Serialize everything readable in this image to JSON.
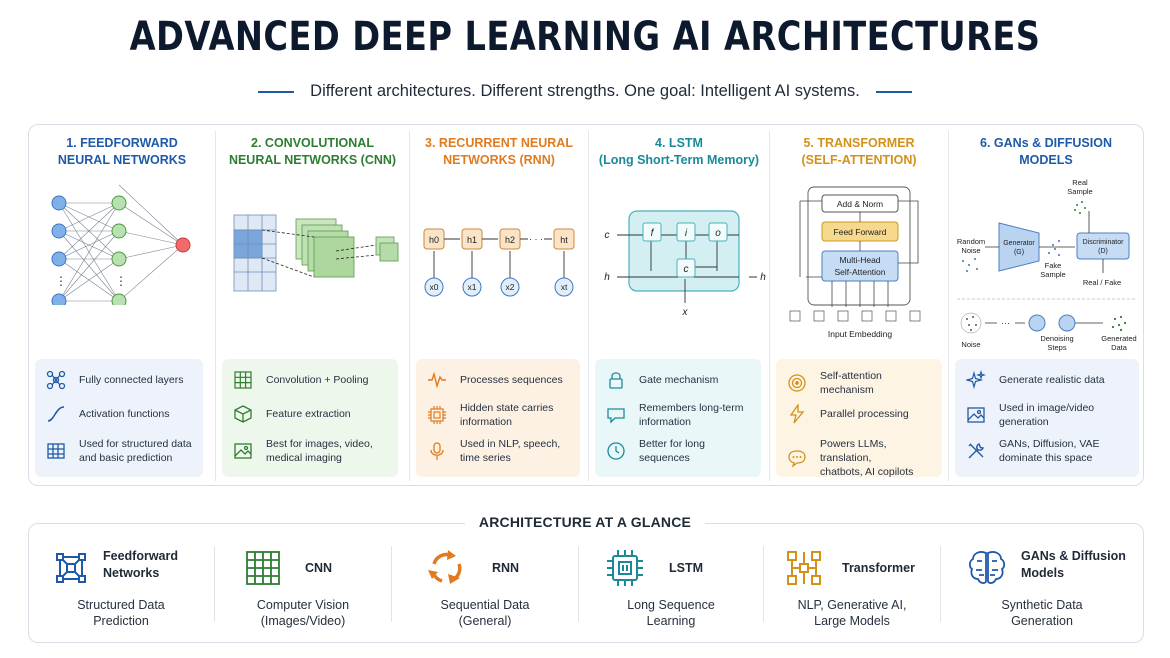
{
  "header": {
    "title": "ADVANCED DEEP LEARNING AI ARCHITECTURES",
    "subtitle": "Different architectures. Different strengths. One goal: Intelligent AI systems."
  },
  "colors": {
    "feedforward": "#1f5aa8",
    "cnn": "#2e7d32",
    "rnn": "#e07b20",
    "lstm": "#1a8a9a",
    "transformer": "#d4911a",
    "gans": "#1f5aa8"
  },
  "architectures": [
    {
      "title_line1": "1. FEEDFORWARD",
      "title_line2": "NEURAL NETWORKS",
      "features": [
        {
          "icon": "network-icon",
          "text": "Fully connected layers"
        },
        {
          "icon": "curve-icon",
          "text": "Activation functions"
        },
        {
          "icon": "table-icon",
          "text": "Used for structured data\nand basic prediction"
        }
      ]
    },
    {
      "title_line1": "2. CONVOLUTIONAL",
      "title_line2": "NEURAL NETWORKS (CNN)",
      "features": [
        {
          "icon": "grid-icon",
          "text": "Convolution + Pooling"
        },
        {
          "icon": "cube-icon",
          "text": "Feature extraction"
        },
        {
          "icon": "image-icon",
          "text": "Best for images, video,\nmedical imaging"
        }
      ]
    },
    {
      "title_line1": "3. RECURRENT NEURAL",
      "title_line2": "NETWORKS (RNN)",
      "diagram": {
        "hidden": [
          "h0",
          "h1",
          "h2",
          "ht"
        ],
        "inputs": [
          "x0",
          "x1",
          "x2",
          "xt"
        ],
        "ellipsis": "· · ·"
      },
      "features": [
        {
          "icon": "waveform-icon",
          "text": "Processes sequences"
        },
        {
          "icon": "chip-icon",
          "text": "Hidden state carries\ninformation"
        },
        {
          "icon": "microphone-icon",
          "text": "Used in NLP, speech,\ntime series"
        }
      ]
    },
    {
      "title_line1": "4. LSTM",
      "title_line2": "(Long Short-Term Memory)",
      "diagram": {
        "c_prev": "c",
        "h_prev": "h",
        "x_t": "x",
        "h_t": "h",
        "gates": [
          "f",
          "i",
          "o",
          "c"
        ]
      },
      "features": [
        {
          "icon": "lock-icon",
          "text": "Gate mechanism"
        },
        {
          "icon": "chat-icon",
          "text": "Remembers long-term\ninformation"
        },
        {
          "icon": "clock-icon",
          "text": "Better for long\nsequences"
        }
      ]
    },
    {
      "title_line1": "5. TRANSFORMER",
      "title_line2": "(SELF-ATTENTION)",
      "diagram": {
        "add_norm": "Add & Norm",
        "feed_forward": "Feed Forward",
        "attention_line1": "Multi-Head",
        "attention_line2": "Self-Attention",
        "input": "Input Embedding"
      },
      "features": [
        {
          "icon": "target-icon",
          "text": "Self-attention mechanism"
        },
        {
          "icon": "lightning-icon",
          "text": "Parallel processing"
        },
        {
          "icon": "speech-bubble-icon",
          "text": "Powers LLMs, translation,\nchatbots, AI copilots"
        }
      ]
    },
    {
      "title_line1": "6. GANs & DIFFUSION",
      "title_line2": "MODELS",
      "diagram": {
        "real_sample": "Real\nSample",
        "generator": "Generator\n(G)",
        "discriminator": "Discriminator\n(D)",
        "random_noise": "Random\nNoise",
        "fake_sample": "Fake\nSample",
        "real_fake": "Real / Fake",
        "noise": "Noise",
        "denoising": "Denoising\nSteps",
        "generated": "Generated\nData"
      },
      "features": [
        {
          "icon": "sparkle-icon",
          "text": "Generate realistic data"
        },
        {
          "icon": "picture-icon",
          "text": "Used in image/video\ngeneration"
        },
        {
          "icon": "tools-icon",
          "text": "GANs, Diffusion, VAE\ndominate this space"
        }
      ]
    }
  ],
  "glance": {
    "title": "ARCHITECTURE AT A GLANCE",
    "items": [
      {
        "name": "Feedforward\nNetworks",
        "desc": "Structured Data\nPrediction",
        "icon": "network-icon"
      },
      {
        "name": "CNN",
        "desc": "Computer Vision\n(Images/Video)",
        "icon": "grid-icon"
      },
      {
        "name": "RNN",
        "desc": "Sequential Data\n(General)",
        "icon": "cycle-icon"
      },
      {
        "name": "LSTM",
        "desc": "Long Sequence\nLearning",
        "icon": "chip-icon"
      },
      {
        "name": "Transformer",
        "desc": "NLP, Generative AI,\nLarge Models",
        "icon": "hierarchy-icon"
      },
      {
        "name": "GANs & Diffusion\nModels",
        "desc": "Synthetic Data\nGeneration",
        "icon": "brain-icon"
      }
    ]
  }
}
